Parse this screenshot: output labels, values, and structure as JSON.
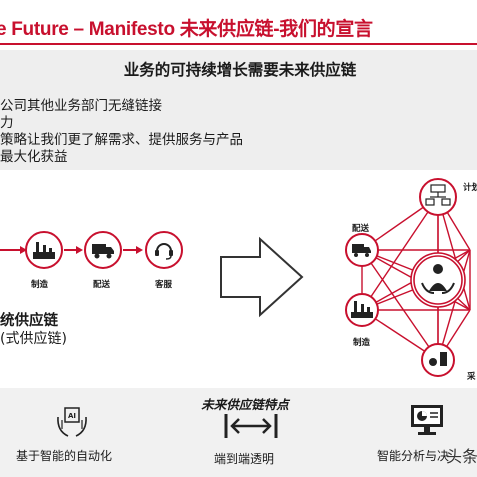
{
  "title": "e Future – Manifesto 未来供应链-我们的宣言",
  "panel": {
    "heading": "业务的可持续增长需要未来供应链",
    "bullets": [
      "公司其他业务部门无缝链接",
      "力",
      "策略让我们更了解需求、提供服务与产品",
      "最大化获益"
    ]
  },
  "traditional_chain": {
    "nodes": [
      {
        "label": "制造",
        "icon": "factory-icon"
      },
      {
        "label": "配送",
        "icon": "truck-icon"
      },
      {
        "label": "客服",
        "icon": "headset-icon"
      }
    ],
    "title": "统供应链",
    "subtitle": "(式供应链)"
  },
  "network": {
    "nodes": [
      {
        "label": "计划",
        "icon": "planning-icon"
      },
      {
        "label": "配送",
        "icon": "truck-icon"
      },
      {
        "label": "制造",
        "icon": "factory-icon"
      },
      {
        "label": "采",
        "icon": "procurement-icon"
      }
    ],
    "center_icon": "customer-care-icon"
  },
  "features": {
    "title": "未来供应链特点",
    "items": [
      {
        "label": "基于智能的自动化",
        "icon": "ai-hands-icon"
      },
      {
        "label": "端到端透明",
        "icon": "double-arrow-icon"
      },
      {
        "label": "智能分析与决",
        "icon": "analytics-monitor-icon"
      }
    ],
    "watermark": "头条"
  },
  "colors": {
    "accent": "#c8102e",
    "panel": "#eeeeee",
    "band": "#f1f1f1"
  }
}
